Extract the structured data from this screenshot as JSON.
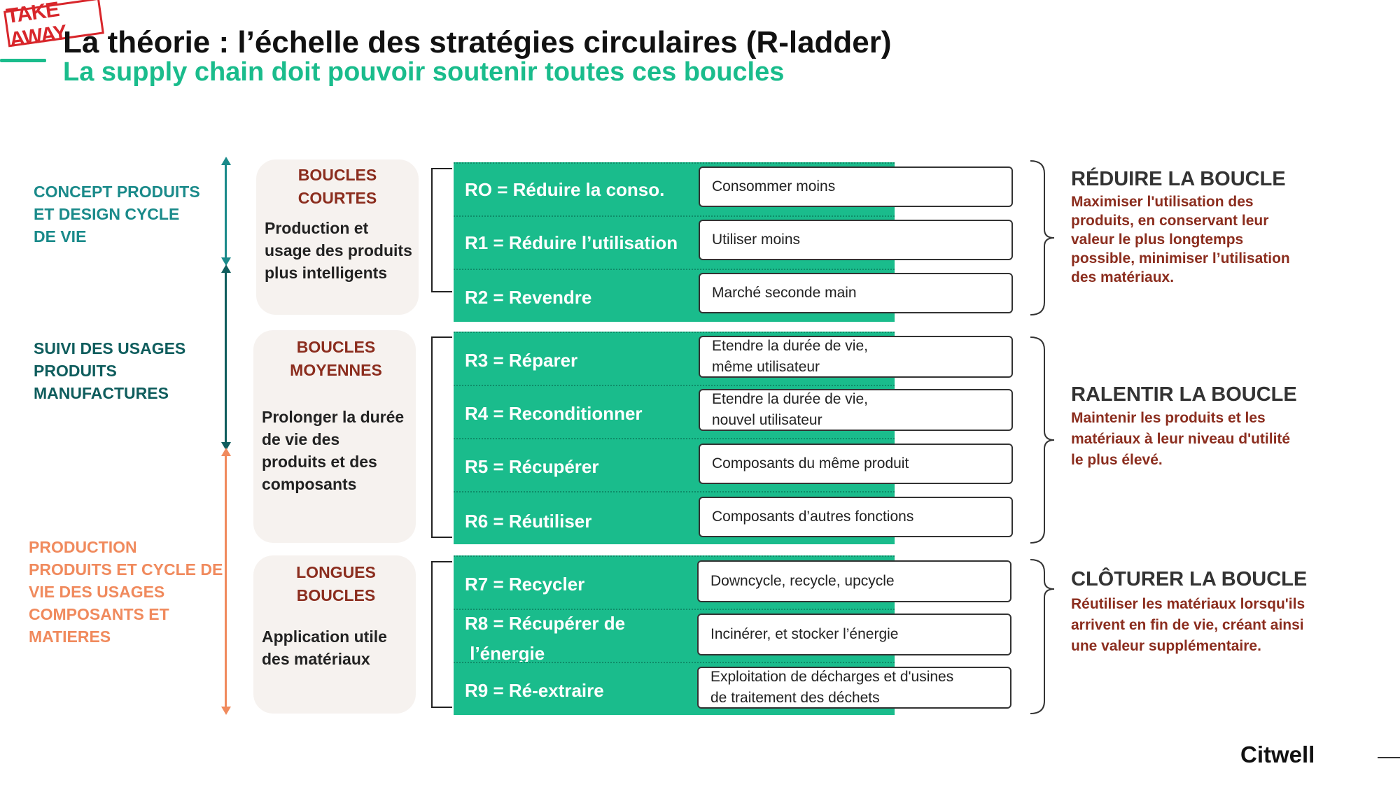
{
  "header": {
    "stamp": "TAKE AWAY",
    "title": "La théorie : l’échelle des stratégies circulaires (R-ladder)",
    "subtitle": "La supply chain doit pouvoir soutenir toutes ces boucles"
  },
  "categories": [
    {
      "lines": [
        "CONCEPT PRODUITS",
        "ET DESIGN CYCLE",
        "DE VIE"
      ]
    },
    {
      "lines": [
        "SUIVI DES USAGES",
        "PRODUITS",
        "MANUFACTURES"
      ]
    },
    {
      "lines": [
        "PRODUCTION",
        "PRODUITS ET CYCLE DE",
        "VIE DES USAGES",
        "COMPOSANTS ET",
        "MATIERES"
      ]
    }
  ],
  "loops": [
    {
      "title": [
        "BOUCLES",
        "COURTES"
      ],
      "desc": [
        "Production et",
        "usage des produits",
        "plus intelligents"
      ]
    },
    {
      "title": [
        "BOUCLES",
        "MOYENNES"
      ],
      "desc": [
        "Prolonger la durée",
        "de vie des",
        "produits et des",
        "composants"
      ]
    },
    {
      "title": [
        "LONGUES",
        "BOUCLES"
      ],
      "desc": [
        "Application utile",
        "des matériaux"
      ]
    }
  ],
  "rows": [
    {
      "label": "RO = Réduire la conso.",
      "box": [
        "Consommer moins"
      ]
    },
    {
      "label": "R1 = Réduire l’utilisation",
      "box": [
        "Utiliser moins"
      ]
    },
    {
      "label": "R2 = Revendre",
      "box": [
        "Marché seconde main"
      ]
    },
    {
      "label": "R3 = Réparer",
      "box": [
        "Etendre la durée de vie,",
        "même utilisateur"
      ]
    },
    {
      "label": "R4 = Reconditionner",
      "box": [
        "Etendre la durée de vie,",
        "nouvel utilisateur"
      ]
    },
    {
      "label": "R5 = Récupérer",
      "box": [
        "Composants du même produit"
      ]
    },
    {
      "label": "R6 = Réutiliser",
      "box": [
        "Composants d’autres fonctions"
      ]
    },
    {
      "label": "R7 = Recycler",
      "box": [
        "Downcycle, recycle, upcycle"
      ]
    },
    {
      "label_lines": [
        "R8 = Récupérer de",
        " l’énergie"
      ],
      "box": [
        "Incinérer, et stocker l’énergie"
      ]
    },
    {
      "label": "R9 = Ré-extraire",
      "box": [
        "Exploitation de décharges et d'usines",
        "de traitement des déchets"
      ]
    }
  ],
  "right": [
    {
      "title": "RÉDUIRE LA BOUCLE",
      "desc": [
        "Maximiser l'utilisation des",
        "produits, en conservant leur",
        "valeur le plus longtemps",
        "possible, minimiser l’utilisation",
        "des matériaux."
      ]
    },
    {
      "title": "RALENTIR LA BOUCLE",
      "desc": [
        "Maintenir les produits et les",
        "matériaux à leur niveau d'utilité",
        "le plus élevé."
      ]
    },
    {
      "title": "CLÔTURER LA BOUCLE",
      "desc": [
        "Réutiliser les matériaux lorsqu'ils",
        "arrivent en fin de vie, créant ainsi",
        "une valeur supplémentaire."
      ]
    }
  ],
  "logo": "Citwell",
  "colors": {
    "green": "#1abc8c",
    "teal": "#1a8a8a",
    "dark_teal": "#0f5d5d",
    "orange": "#f08a5d",
    "brown": "#8b2d1e",
    "stamp_red": "#d8262b"
  }
}
